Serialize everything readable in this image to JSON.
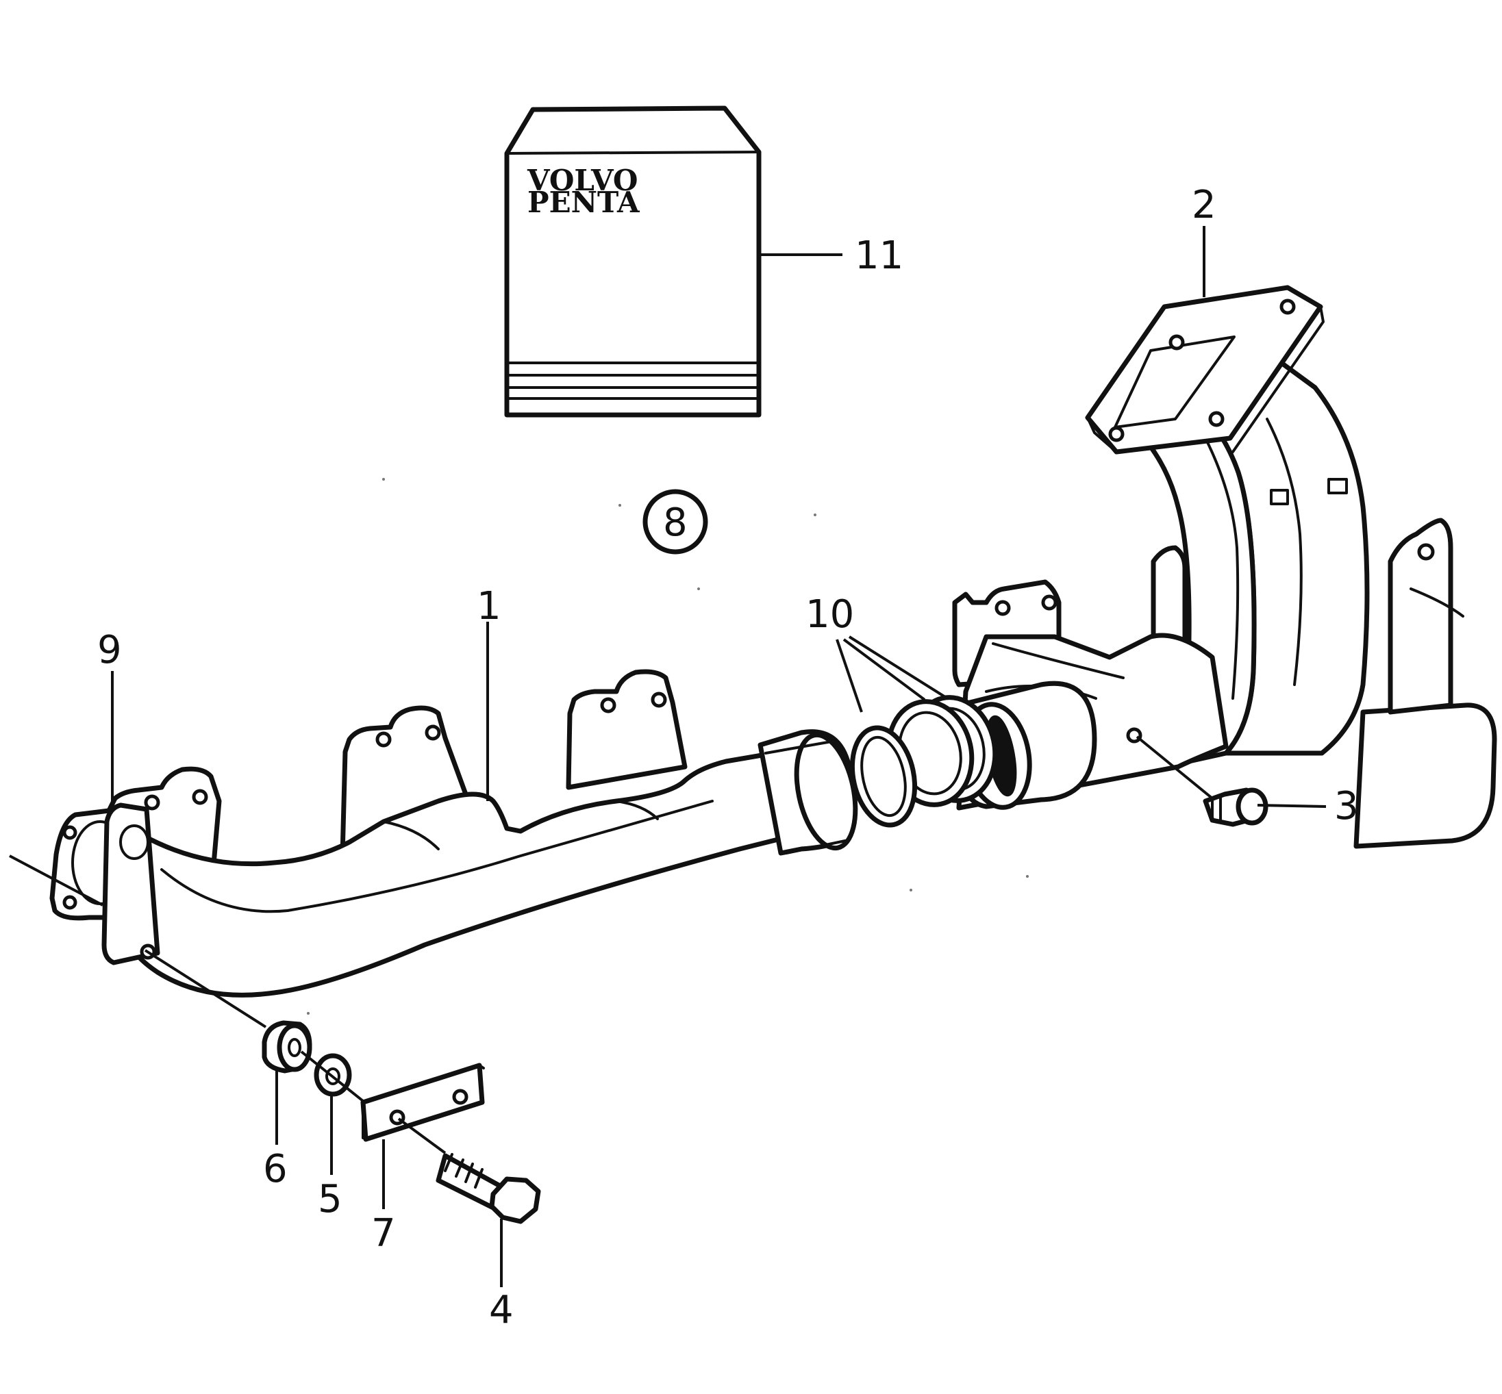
{
  "booklet": {
    "logo_line1": "VOLVO",
    "logo_line2": "PENTA"
  },
  "callouts": {
    "c1": "1",
    "c2": "2",
    "c3": "3",
    "c4": "4",
    "c5": "5",
    "c6": "6",
    "c7": "7",
    "c8": "8",
    "c9": "9",
    "c10": "10",
    "c11": "11"
  }
}
